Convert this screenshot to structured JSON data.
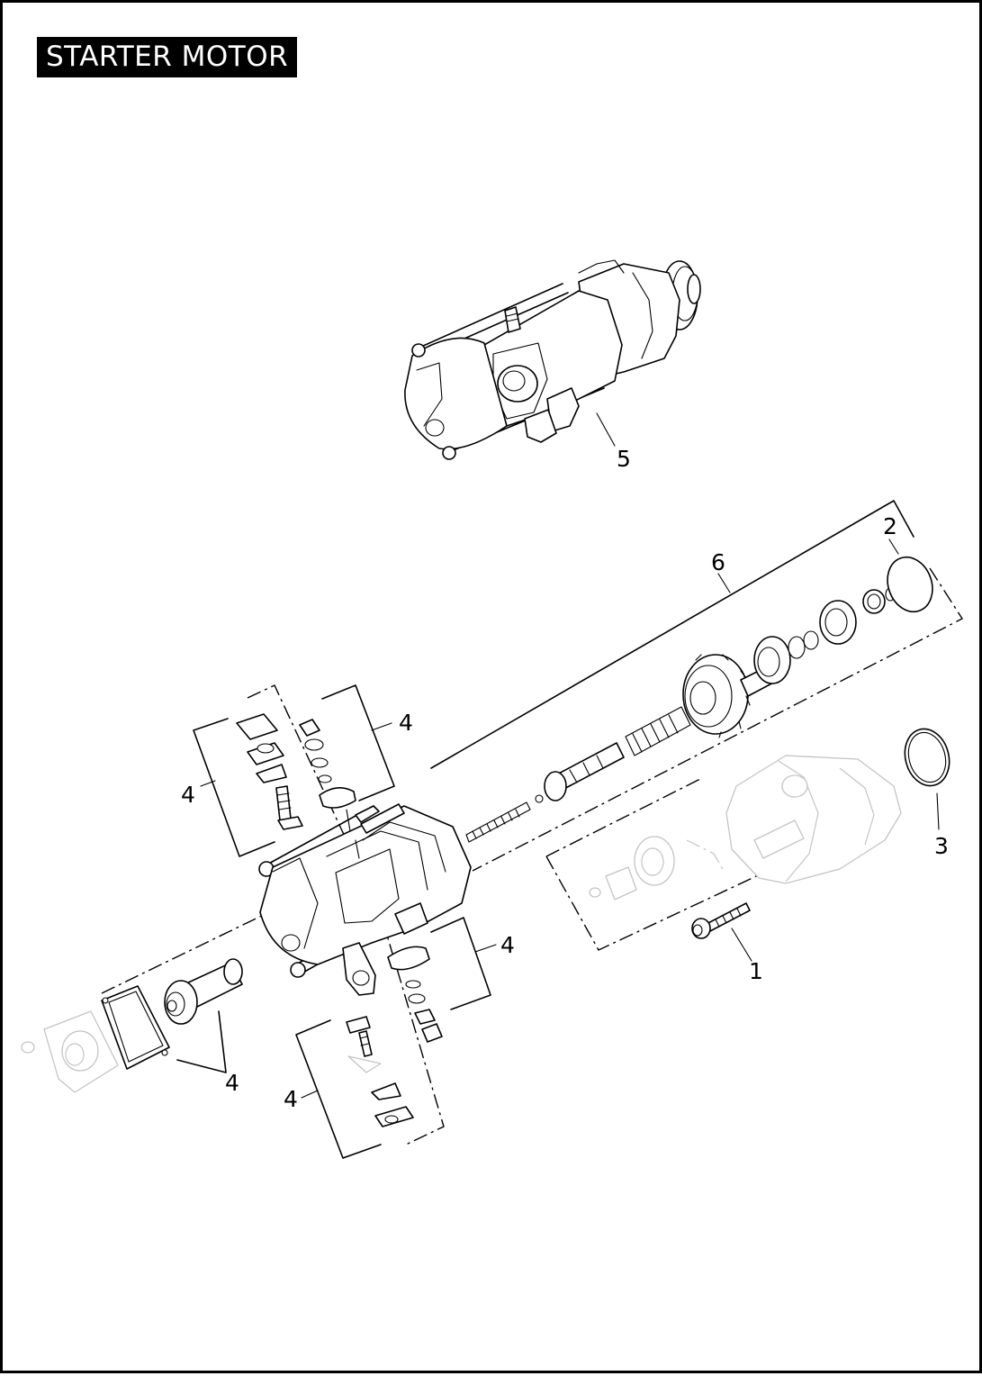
{
  "title": "STARTER MOTOR",
  "callouts": [
    "1",
    "2",
    "3",
    "4",
    "4",
    "4",
    "4",
    "4",
    "5",
    "6"
  ]
}
